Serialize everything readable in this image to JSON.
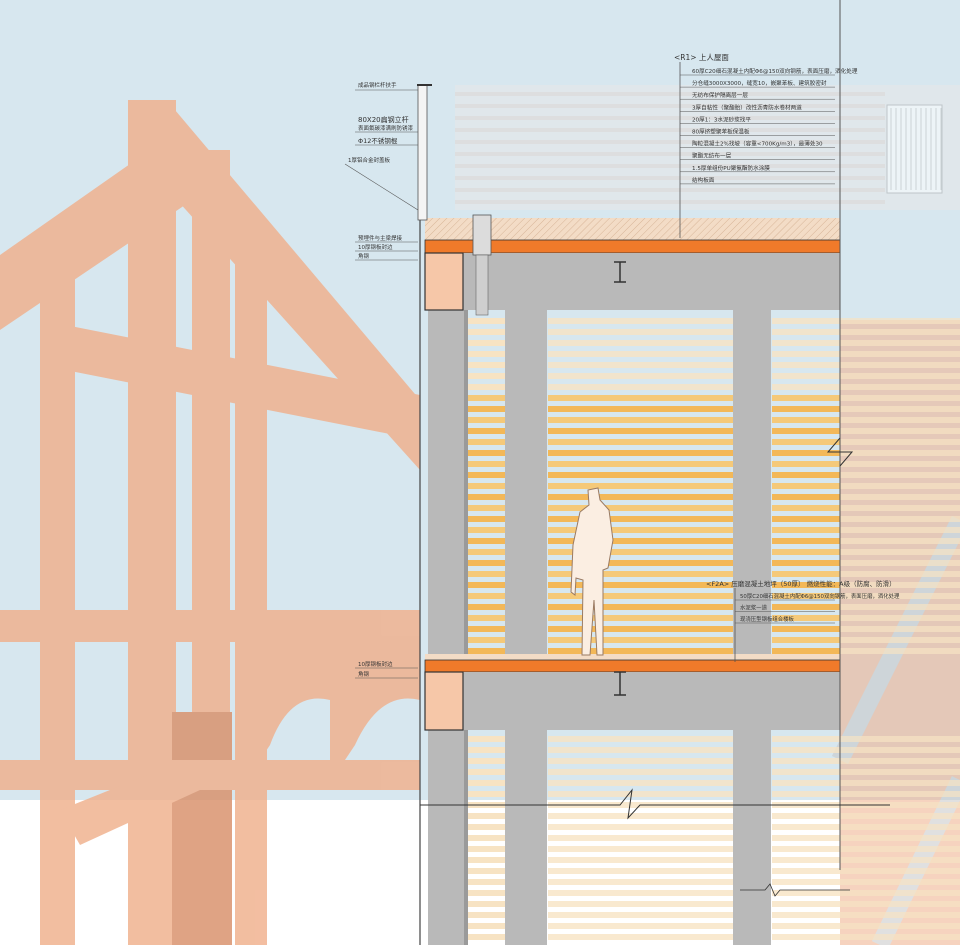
{
  "colors": {
    "sky": "#d7e7ef",
    "timber": "#f0b08c",
    "timber_dark": "#d9906a",
    "steel_gray": "#b9b9b9",
    "steel_dark": "#8f8f8f",
    "slab_orange": "#f07a2a",
    "screed": "#f3dcc6",
    "louver_yellow": "#f5c979",
    "louver_pale": "#f7e3c3",
    "line": "#333333",
    "leader": "#555555"
  },
  "roof_callout": {
    "tag": "<R1> 上人屋面",
    "lines": [
      "60厚C20细石混凝土内配Φ6@150双向钢筋，表面压磨，洒化处理",
      "分仓缝3000X3000，缝宽10，嵌聚苯板、建筑胶密封",
      "无纺布保护隔离层一层",
      "3厚自粘性（聚酯胎）改性沥青防水卷材两道",
      "20厚1：3水泥砂浆找平",
      "80厚挤塑聚苯板保温板",
      "陶粒混凝土2%找坡（容重<700Kg/m3），最薄处30",
      "聚酯无纺布一层",
      "1.5厚单组份PU聚氨酯防水涂膜",
      "结构板面"
    ]
  },
  "floor_callout": {
    "tag": "<F2A> 压磨混凝土地坪（50厚） 燃烧性能：A级（防腐、防滑）",
    "lines": [
      "50厚C20细石混凝土内配Φ6@150双向钢筋，表面压磨，洒化处理",
      "水泥浆一道",
      "现浇压型钢板组合楼板"
    ]
  },
  "left_labels": {
    "top": "成品钢栏杆扶手",
    "rail_a": "80X20扁钢立杆",
    "rail_b": "表面氟碳漆满刷防锈漆",
    "rod": "Φ12不锈钢棍",
    "flash": "1厚铝合金封盖板",
    "anchor": "预埋件与主梁焊接",
    "plate1": "10厚钢板封边",
    "beam1": "角钢",
    "plate2": "10厚钢板封边",
    "beam2": "角钢"
  },
  "chart_data": []
}
